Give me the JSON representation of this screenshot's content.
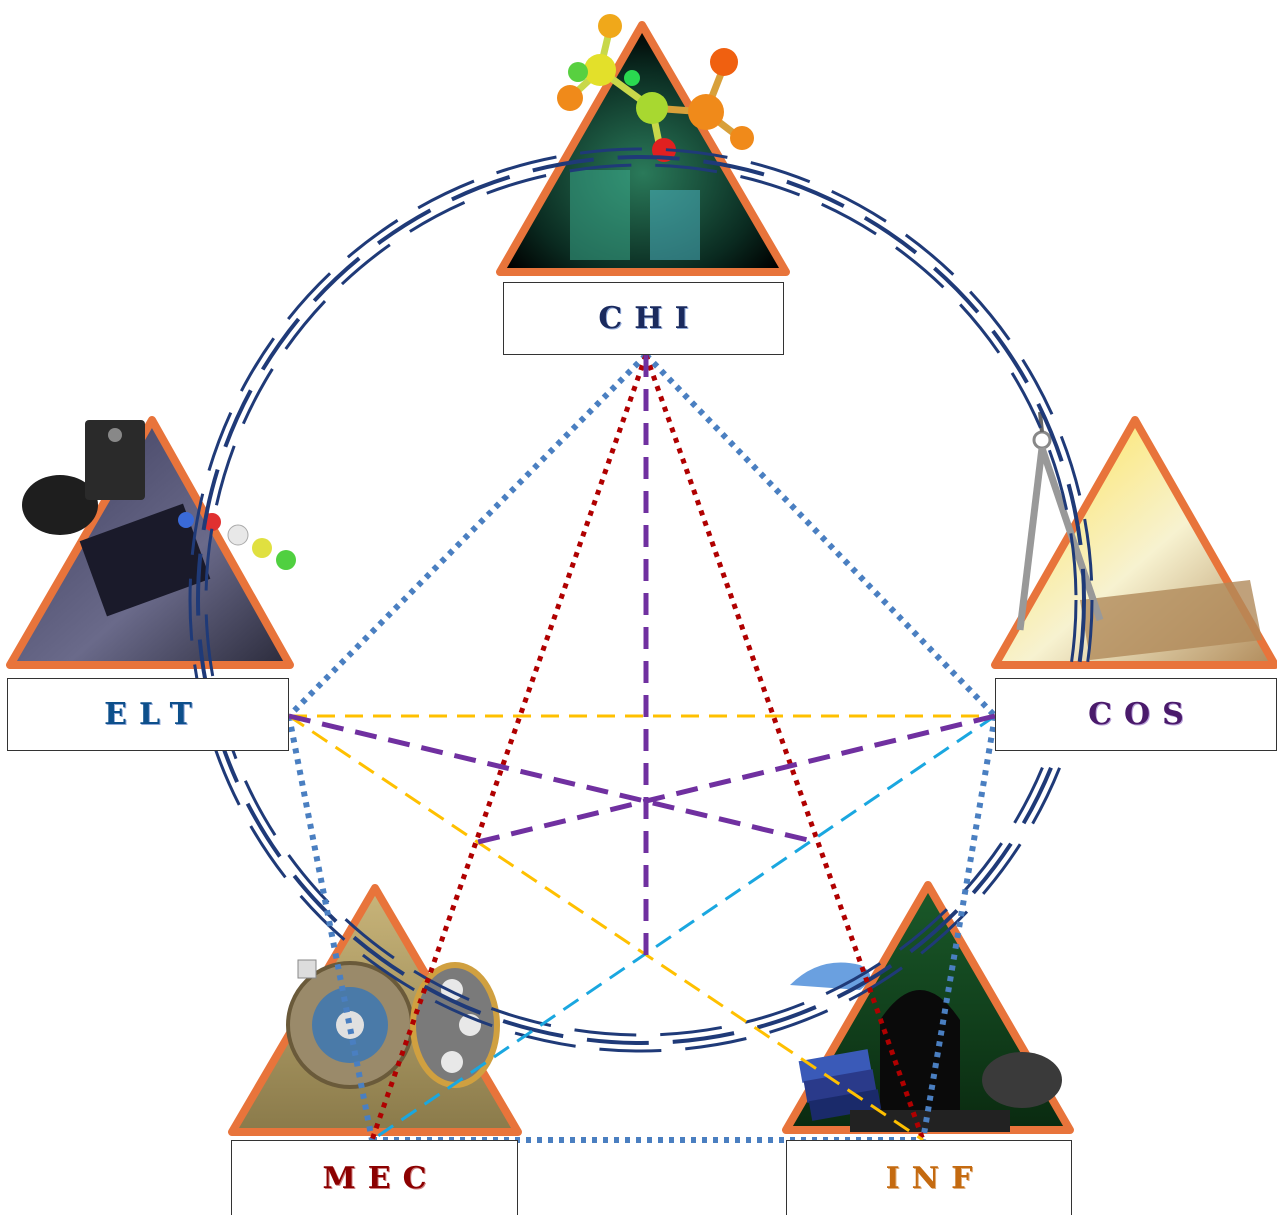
{
  "nodes": [
    {
      "id": "chi",
      "label": "CHI",
      "color": "#1a2a5e",
      "theme": "chemistry-icon"
    },
    {
      "id": "elt",
      "label": "ELT",
      "color": "#0d4f8b",
      "theme": "electronics-icon"
    },
    {
      "id": "cos",
      "label": "COS",
      "color": "#4a1a6b",
      "theme": "construction-icon"
    },
    {
      "id": "mec",
      "label": "MEC",
      "color": "#8b0000",
      "theme": "mechanics-icon"
    },
    {
      "id": "inf",
      "label": "INF",
      "color": "#c46a10",
      "theme": "informatics-icon"
    }
  ],
  "colors": {
    "ring": "#1f3a78",
    "triangle_border": "#e8743b",
    "dotted_blue": "#4a7fc1",
    "dotted_red": "#b00000",
    "dashed_purple": "#7030a0",
    "dashed_orange": "#ffc000",
    "dashed_cyan": "#1aa7e0"
  }
}
